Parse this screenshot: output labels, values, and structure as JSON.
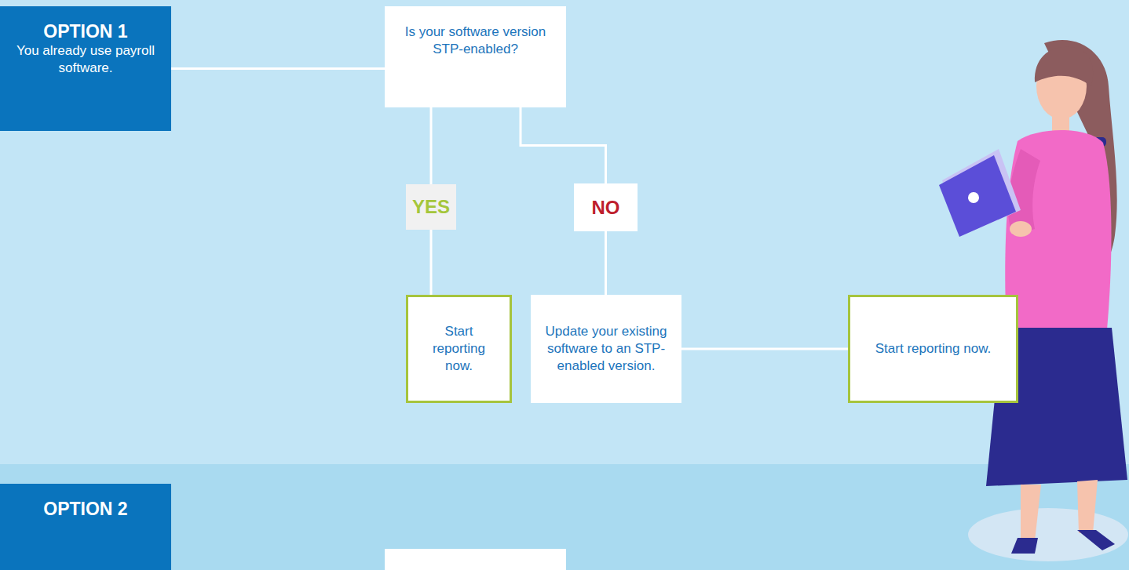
{
  "diagram": {
    "nodes": [
      {
        "text": [
          "OPTION 1",
          "You already use payroll software."
        ]
      },
      {
        "text": [
          "Is your software version STP-enabled?"
        ]
      },
      {
        "text": [
          "YES"
        ]
      },
      {
        "text": [
          "NO"
        ]
      },
      {
        "text": [
          "Start reporting now."
        ]
      },
      {
        "text": [
          "Update your existing software to an STP-enabled version."
        ]
      },
      {
        "text": [
          "Start reporting now."
        ]
      },
      {
        "text": [
          "OPTION 2"
        ]
      }
    ],
    "edges": [
      {
        "from": 0,
        "to": 1,
        "arrow": "none"
      },
      {
        "from": 1,
        "to": 2,
        "arrow": "none"
      },
      {
        "from": 1,
        "to": 3,
        "arrow": "none"
      },
      {
        "from": 2,
        "to": 4,
        "arrow": "none"
      },
      {
        "from": 3,
        "to": 5,
        "arrow": "none"
      },
      {
        "from": 5,
        "to": 6,
        "arrow": "none"
      }
    ]
  }
}
